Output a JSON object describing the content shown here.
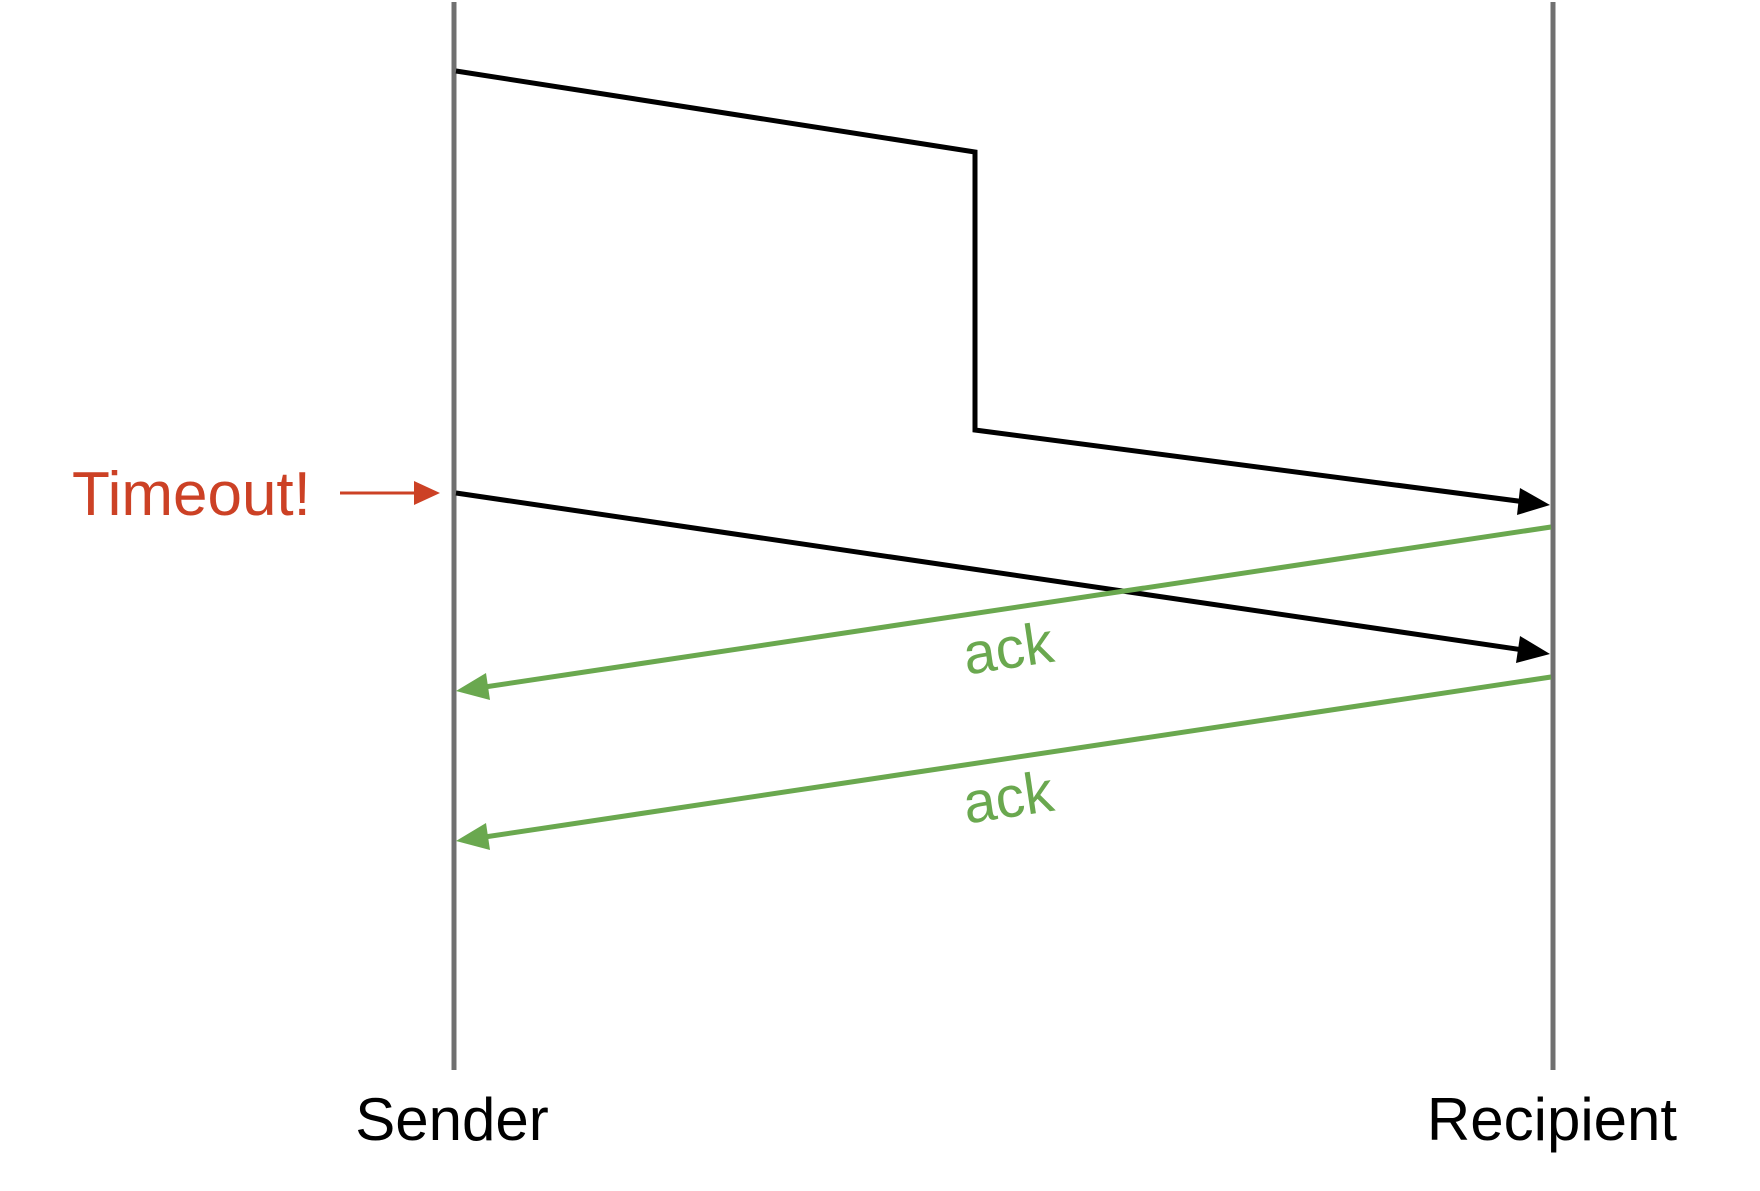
{
  "participants": {
    "sender": "Sender",
    "recipient": "Recipient"
  },
  "annotations": {
    "timeout": "Timeout!"
  },
  "messages": {
    "ack_1": "ack",
    "ack_2": "ack"
  },
  "colors": {
    "lifeline": "#707070",
    "data_message": "#000000",
    "ack_message": "#6aa84f",
    "timeout": "#cc4125"
  }
}
